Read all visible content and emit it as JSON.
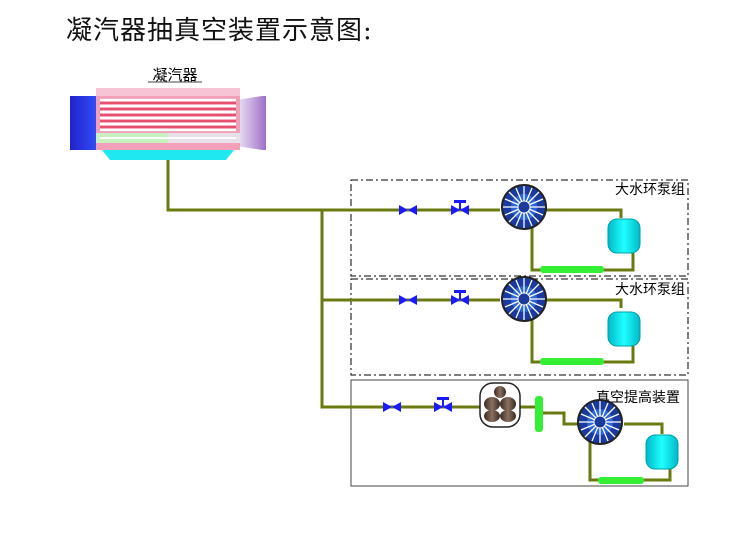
{
  "title": "凝汽器抽真空装置示意图:",
  "condenser": {
    "label": "凝汽器"
  },
  "units": [
    {
      "label": "大水环泵组"
    },
    {
      "label": "大水环泵组"
    },
    {
      "label": "真空提高装置"
    }
  ],
  "colors": {
    "pipe": "#6b7a10",
    "valve": "#1a1aff",
    "tank": "#00e5e5",
    "cooler_bar": "#33ee33",
    "frame": "#000000"
  }
}
